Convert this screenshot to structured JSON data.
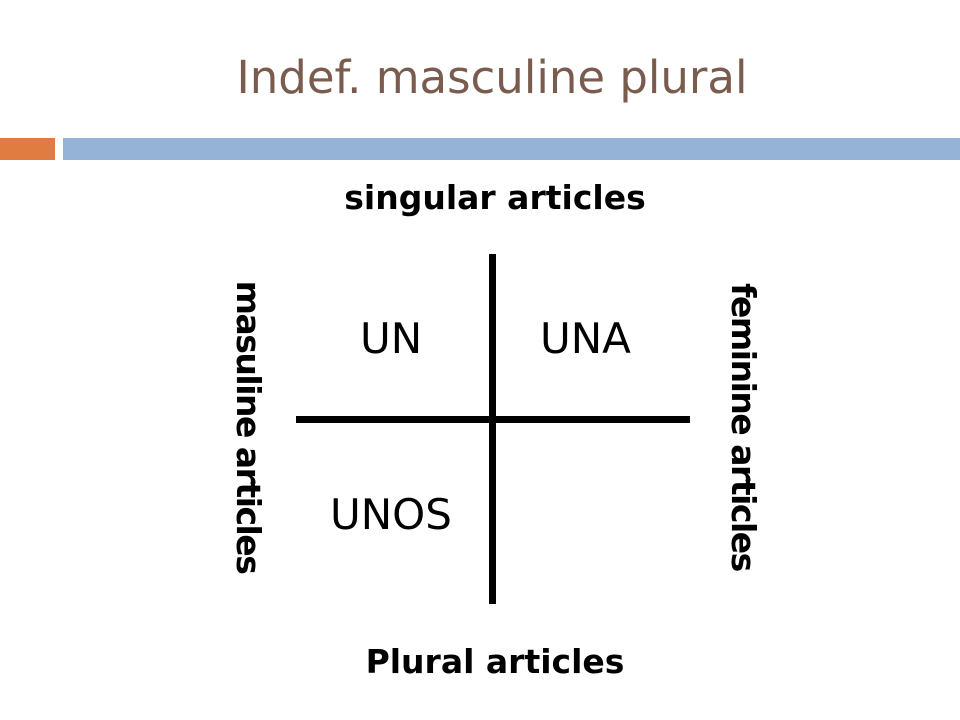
{
  "title": "Indef. masculine plural",
  "colors": {
    "title": "#7a5c4e",
    "accent_left": "#e07b41",
    "accent_right": "#95b3d7"
  },
  "diagram": {
    "top_label": "singular articles",
    "bottom_label": "Plural articles",
    "left_label": "masuline articles",
    "right_label": "feminine articles",
    "cells": {
      "top_left": "UN",
      "top_right": "UNA",
      "bottom_left": "UNOS",
      "bottom_right": ""
    }
  }
}
